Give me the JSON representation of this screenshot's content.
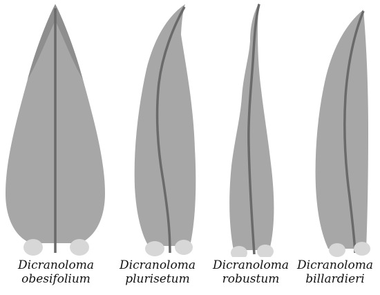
{
  "colors": {
    "blade": "#a7a7a7",
    "costa": "#6a6a6a",
    "auricle": "#d7d7d7",
    "apex": "#8e8e8e"
  },
  "leaves": [
    {
      "genus": "Dicranoloma",
      "species": "obesifolium"
    },
    {
      "genus": "Dicranoloma",
      "species": "plurisetum"
    },
    {
      "genus": "Dicranoloma",
      "species": "robustum"
    },
    {
      "genus": "Dicranoloma",
      "species": "billardieri"
    }
  ]
}
